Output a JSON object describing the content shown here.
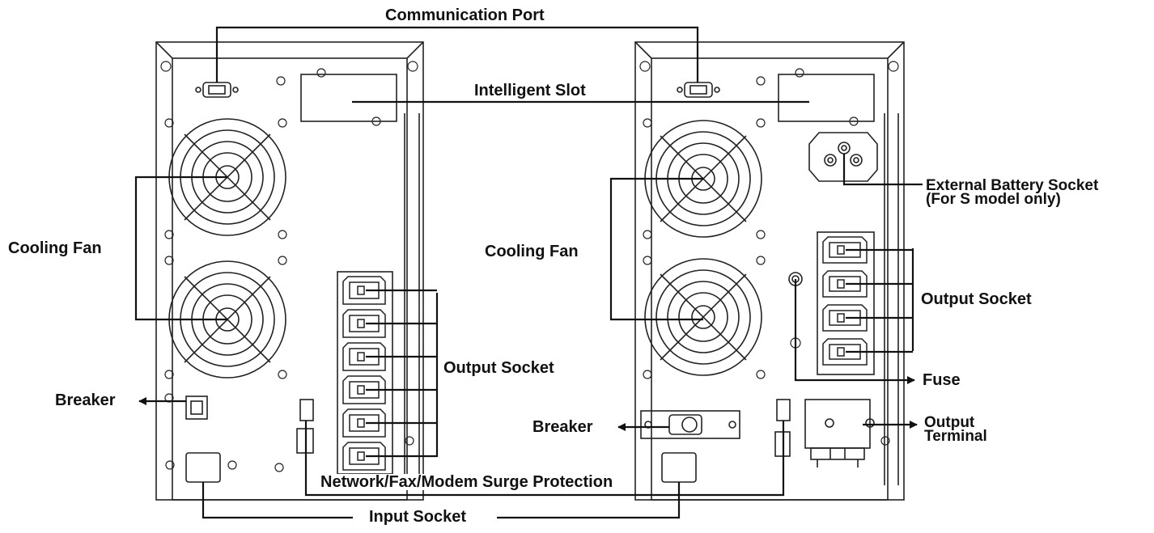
{
  "labels": {
    "communication_port": "Communication Port",
    "intelligent_slot": "Intelligent Slot",
    "cooling_fan_left": "Cooling Fan",
    "cooling_fan_right": "Cooling Fan",
    "external_battery_line1": "External Battery Socket",
    "external_battery_line2": "(For S model only)",
    "output_socket_left": "Output Socket",
    "output_socket_right": "Output Socket",
    "fuse": "Fuse",
    "breaker_left": "Breaker",
    "breaker_right": "Breaker",
    "output_terminal_line1": "Output",
    "output_terminal_line2": "Terminal",
    "surge_protection": "Network/Fax/Modem Surge Protection",
    "input_socket": "Input Socket"
  },
  "units": {
    "left_output_socket_count": 6,
    "right_output_socket_count": 4
  }
}
